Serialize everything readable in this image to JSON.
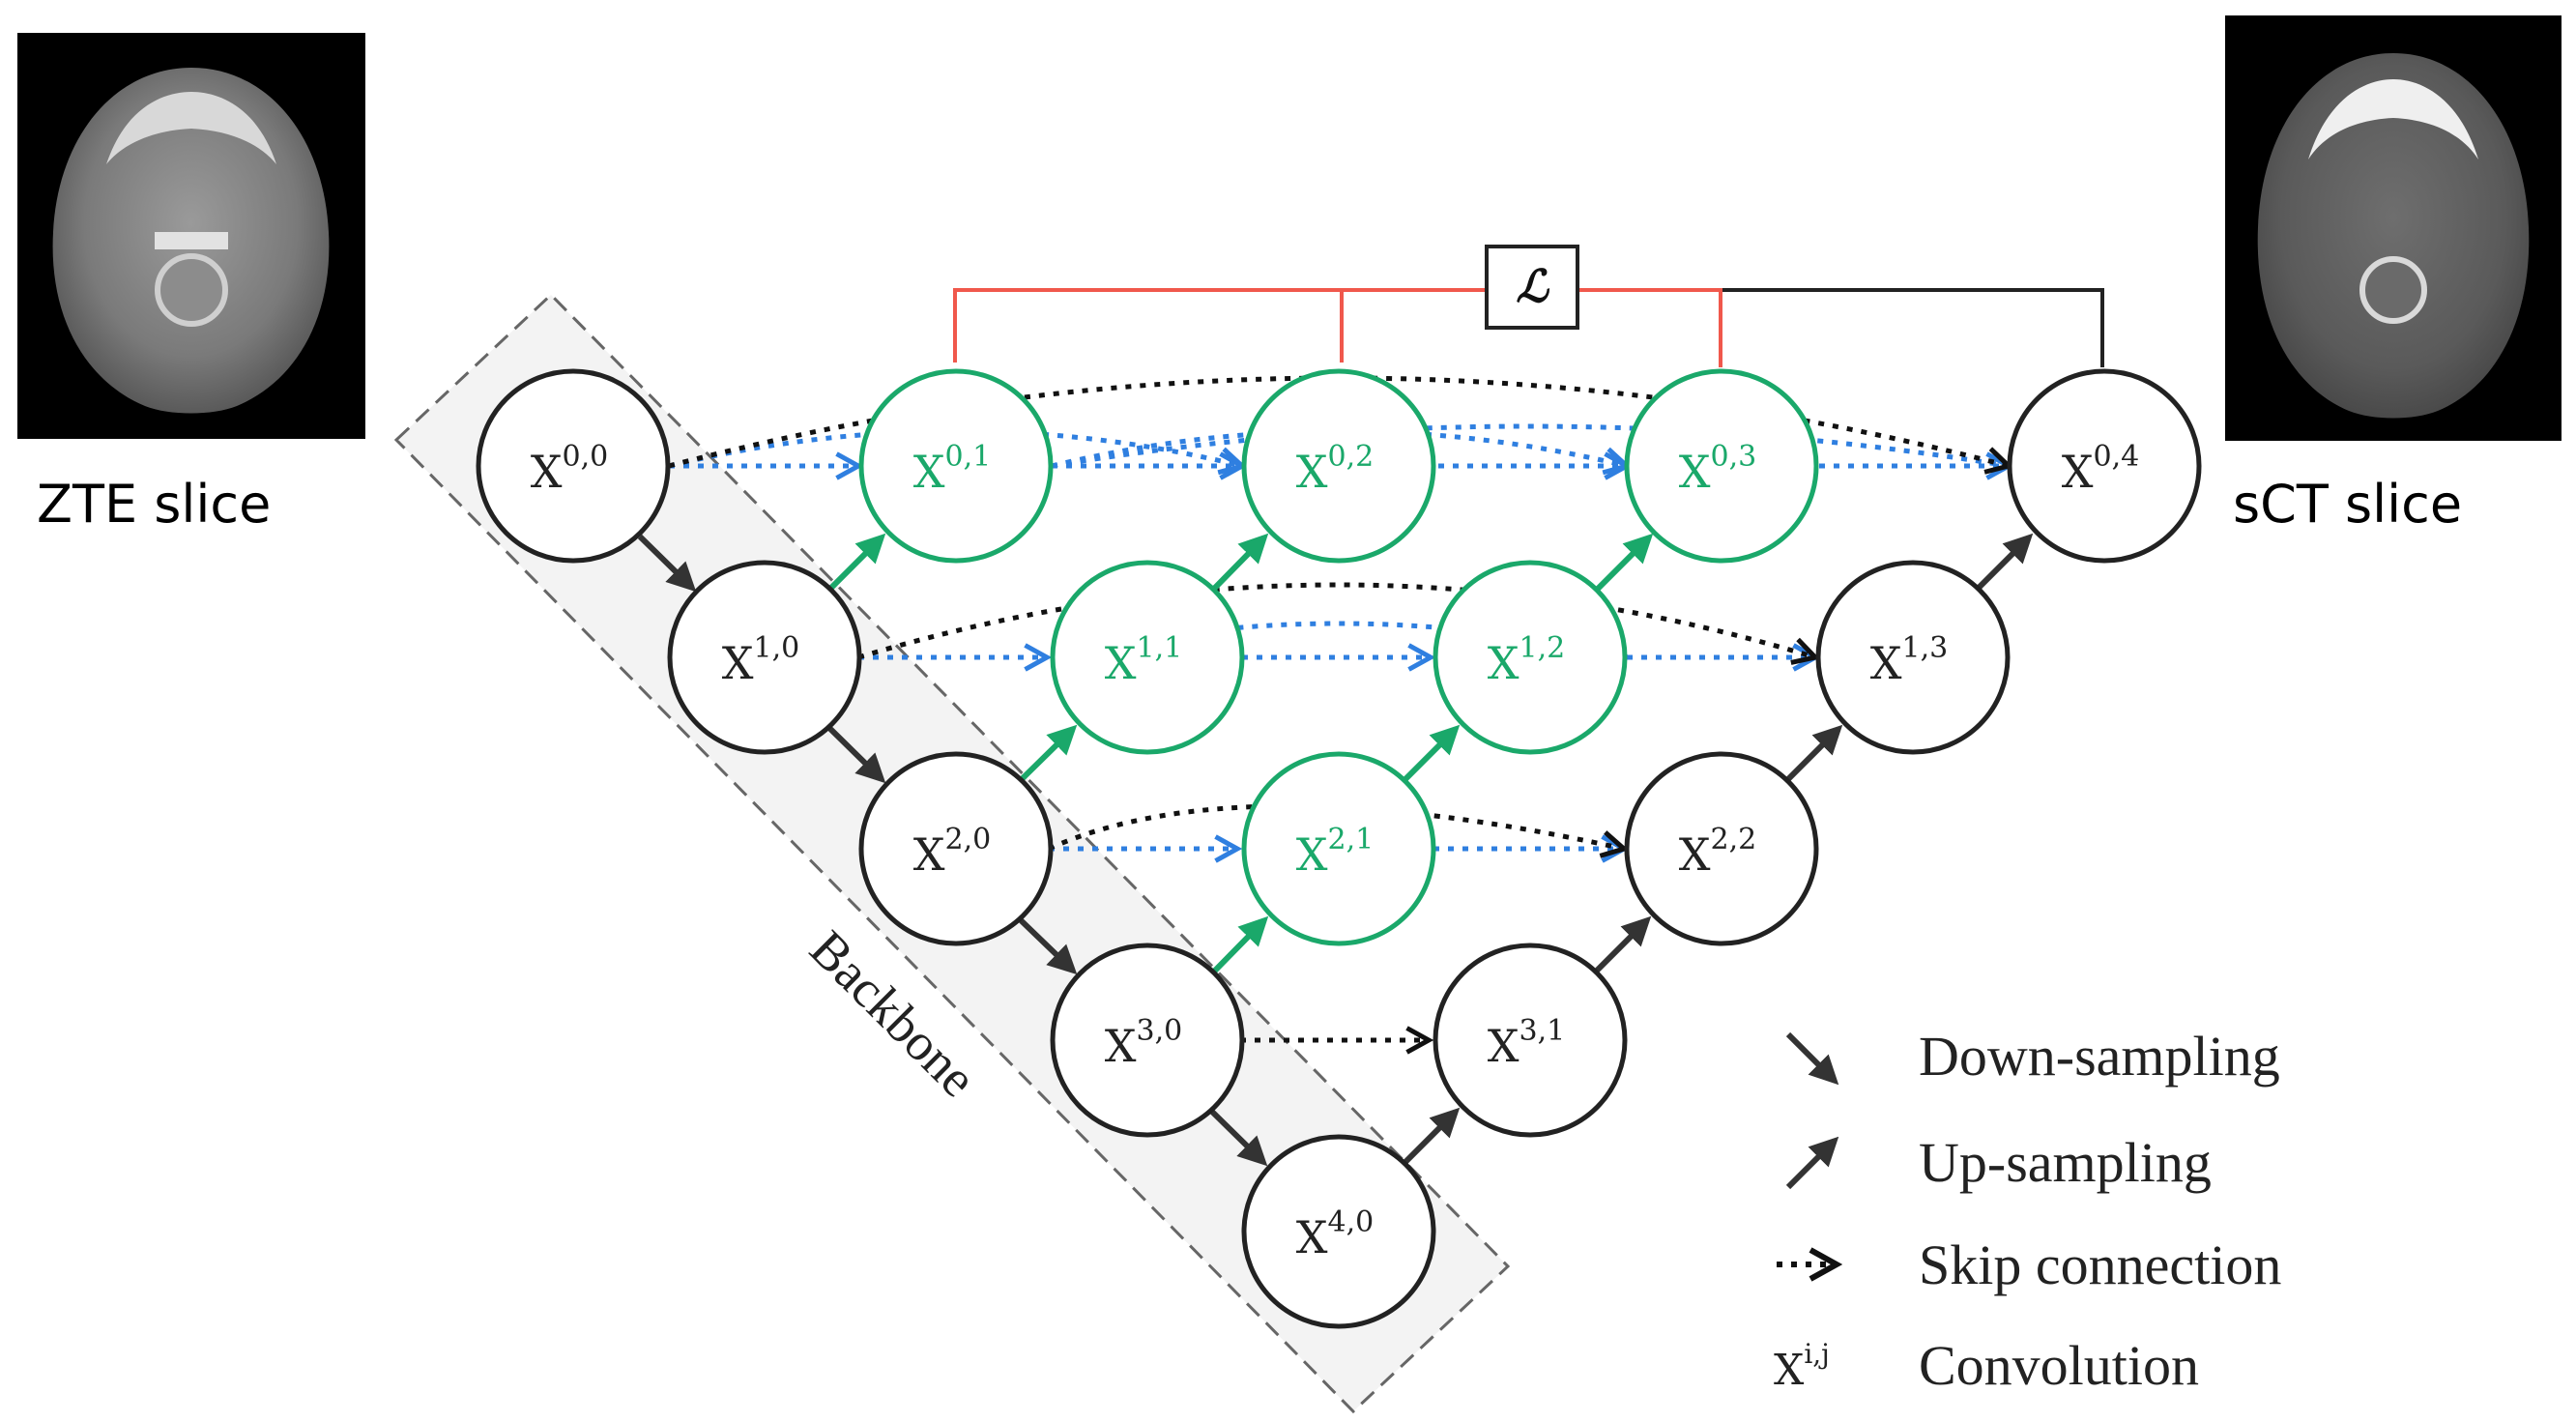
{
  "images": {
    "input_label": "ZTE slice",
    "output_label": "sCT slice"
  },
  "backbone_label": "Backbone",
  "loss_symbol": "ℒ",
  "node_base": "X",
  "nodes": [
    {
      "id": "0,0",
      "i": 0,
      "j": 0,
      "group": "backbone"
    },
    {
      "id": "1,0",
      "i": 1,
      "j": 0,
      "group": "backbone"
    },
    {
      "id": "2,0",
      "i": 2,
      "j": 0,
      "group": "backbone"
    },
    {
      "id": "3,0",
      "i": 3,
      "j": 0,
      "group": "backbone"
    },
    {
      "id": "4,0",
      "i": 4,
      "j": 0,
      "group": "backbone"
    },
    {
      "id": "0,1",
      "i": 0,
      "j": 1,
      "group": "nested"
    },
    {
      "id": "0,2",
      "i": 0,
      "j": 2,
      "group": "nested"
    },
    {
      "id": "0,3",
      "i": 0,
      "j": 3,
      "group": "nested"
    },
    {
      "id": "1,1",
      "i": 1,
      "j": 1,
      "group": "nested"
    },
    {
      "id": "1,2",
      "i": 1,
      "j": 2,
      "group": "nested"
    },
    {
      "id": "2,1",
      "i": 2,
      "j": 1,
      "group": "nested"
    },
    {
      "id": "3,1",
      "i": 3,
      "j": 1,
      "group": "decoder"
    },
    {
      "id": "2,2",
      "i": 2,
      "j": 2,
      "group": "decoder"
    },
    {
      "id": "1,3",
      "i": 1,
      "j": 3,
      "group": "decoder"
    },
    {
      "id": "0,4",
      "i": 0,
      "j": 4,
      "group": "decoder"
    }
  ],
  "legend": [
    {
      "symbol": "down-arrow",
      "label": "Down-sampling"
    },
    {
      "symbol": "up-arrow",
      "label": "Up-sampling"
    },
    {
      "symbol": "dotted-arrow",
      "label": "Skip connection"
    },
    {
      "symbol": "X",
      "sup": "i,j",
      "label": "Convolution"
    }
  ],
  "colors": {
    "nested": "#1aa86a",
    "decoder": "#222222",
    "skip_blue": "#2f7fe0",
    "skip_black": "#111111",
    "loss_red": "#f0584c",
    "backbone_fill": "#f3f3f3"
  }
}
